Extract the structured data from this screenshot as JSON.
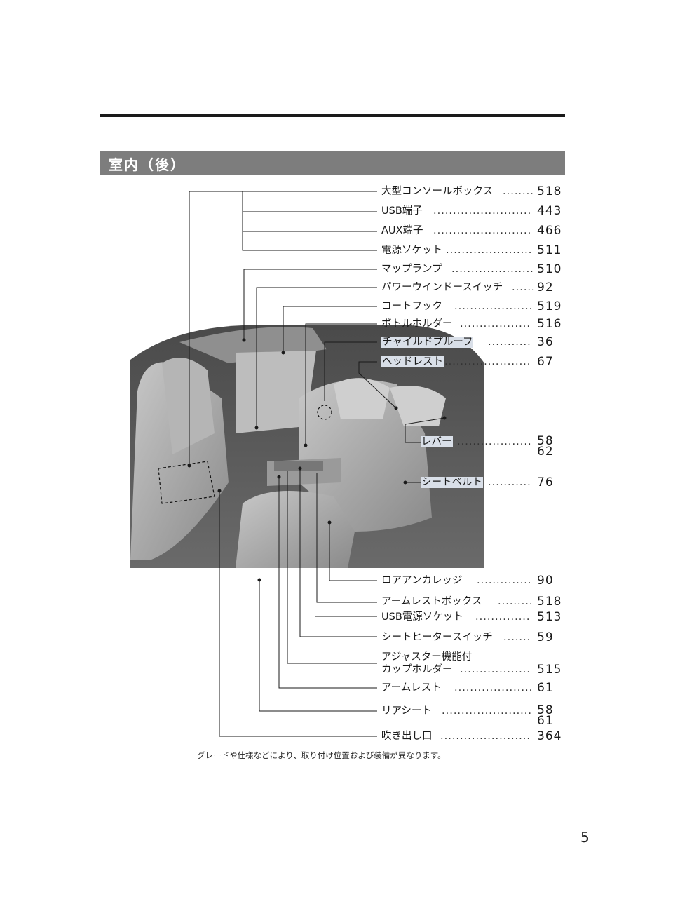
{
  "section_title": "室内（後）",
  "entries": [
    {
      "label": "大型コンソールボックス",
      "page": "518"
    },
    {
      "label": "USB端子",
      "page": "443"
    },
    {
      "label": "AUX端子",
      "page": "466"
    },
    {
      "label": "電源ソケット",
      "page": "511"
    },
    {
      "label": "マップランプ",
      "page": "510"
    },
    {
      "label": "パワーウインドースイッチ",
      "page": "92"
    },
    {
      "label": "コートフック",
      "page": "519"
    },
    {
      "label": "ボトルホルダー",
      "page": "516"
    },
    {
      "label": "チャイルドプルーフ",
      "page": "36"
    },
    {
      "label": "ヘッドレスト",
      "page": "67"
    },
    {
      "label": "レバー",
      "page": "58",
      "page2": "62"
    },
    {
      "label": "シートベルト",
      "page": "76"
    },
    {
      "label": "ロアアンカレッジ",
      "page": "90"
    },
    {
      "label": "アームレストボックス",
      "page": "518"
    },
    {
      "label": "USB電源ソケット",
      "page": "513"
    },
    {
      "label": "シートヒータースイッチ",
      "page": "59"
    },
    {
      "label": "アジャスター機能付",
      "label2": "カップホルダー",
      "page": "515"
    },
    {
      "label": "アームレスト",
      "page": "61"
    },
    {
      "label": "リアシート",
      "page": "58",
      "page2": "61"
    },
    {
      "label": "吹き出し口",
      "page": "364"
    }
  ],
  "note": "グレードや仕様などにより、取り付け位置および装備が異なります。",
  "page_number": "5"
}
